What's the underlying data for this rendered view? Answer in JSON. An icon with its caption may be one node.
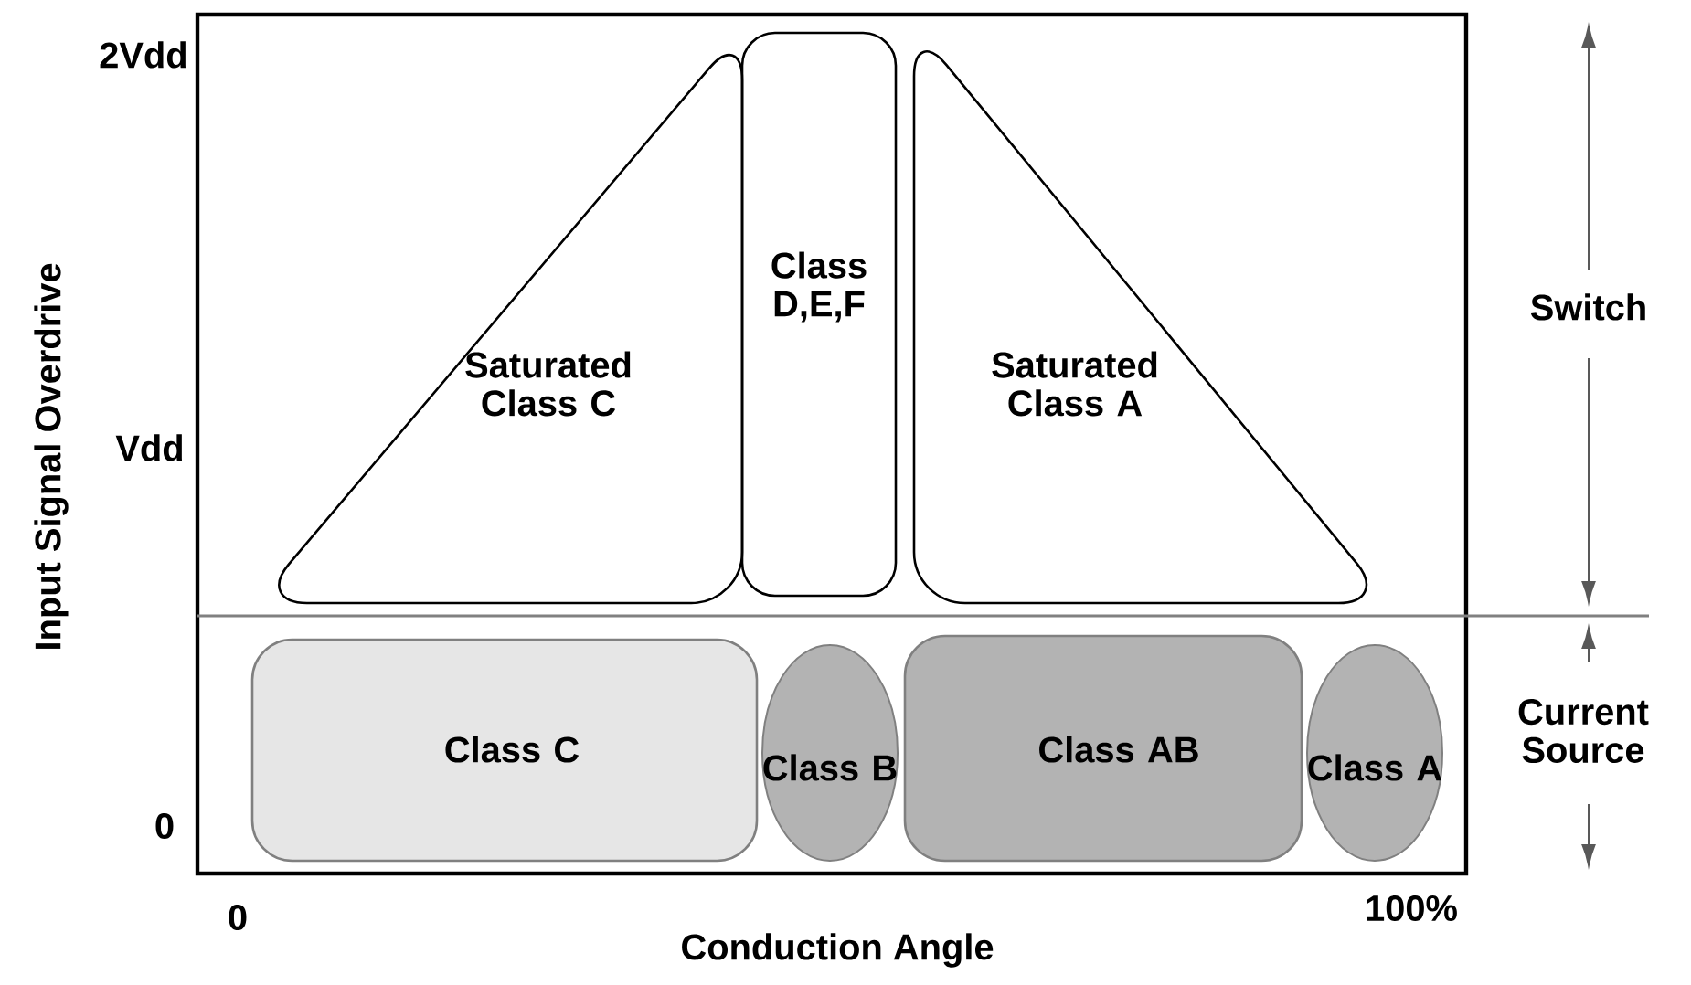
{
  "diagram": {
    "nodes": [
      {
        "text": [
          "Saturated Class C"
        ]
      },
      {
        "text": [
          "Class D,E,F"
        ]
      },
      {
        "text": [
          "Saturated Class A"
        ]
      },
      {
        "text": [
          "Class C"
        ]
      },
      {
        "text": [
          "Class B"
        ]
      },
      {
        "text": [
          "Class AB"
        ]
      },
      {
        "text": [
          "Class A"
        ]
      }
    ],
    "labels": [
      "2Vdd",
      "Switch",
      "Input Signal Overdrive",
      "Vdd",
      "Current Source",
      "0",
      "0",
      "100%",
      "Conduction Angle"
    ]
  }
}
